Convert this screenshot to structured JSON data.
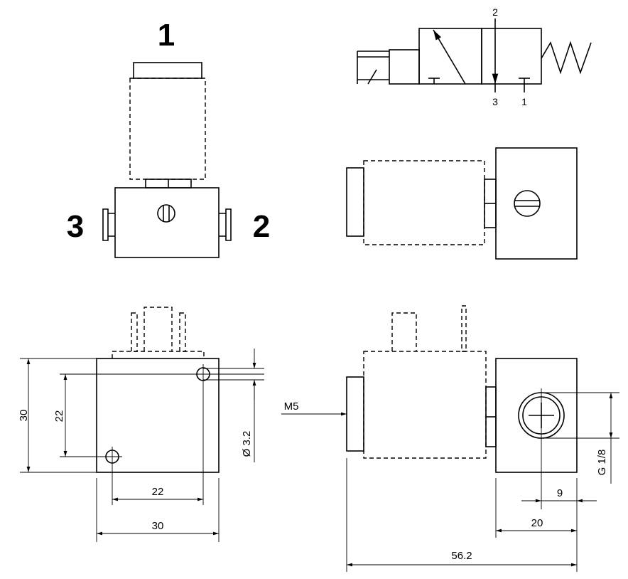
{
  "ports": {
    "port_1": "1",
    "port_2": "2",
    "port_3": "3"
  },
  "symbol": {
    "label_top": "2",
    "label_bottom_left": "3",
    "label_bottom_right": "1"
  },
  "dimensions": {
    "side_height": "30",
    "side_height_inner": "22",
    "bottom_inner_width": "22",
    "bottom_width": "30",
    "hole_diameter": "Ø 3.2",
    "thread_m5": "M5",
    "port_thread": "G 1/8",
    "port_offset": "9",
    "body_width": "20",
    "total_length": "56.2"
  }
}
